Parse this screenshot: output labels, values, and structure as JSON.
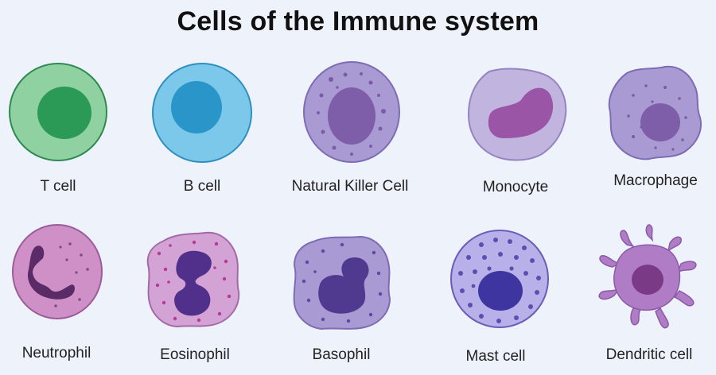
{
  "title": "Cells of the Immune system",
  "colors": {
    "background": "#eef3fb",
    "t_cell": "#8fd1a1",
    "b_cell": "#7cc8ea",
    "purple": "#a99ad3",
    "pink": "#cf90c7"
  },
  "cells": [
    {
      "label": "T cell"
    },
    {
      "label": "B cell"
    },
    {
      "label": "Natural Killer Cell"
    },
    {
      "label": "Monocyte"
    },
    {
      "label": "Macrophage"
    },
    {
      "label": "Neutrophil"
    },
    {
      "label": "Eosinophil"
    },
    {
      "label": "Basophil"
    },
    {
      "label": "Mast cell"
    },
    {
      "label": "Dendritic cell"
    }
  ]
}
